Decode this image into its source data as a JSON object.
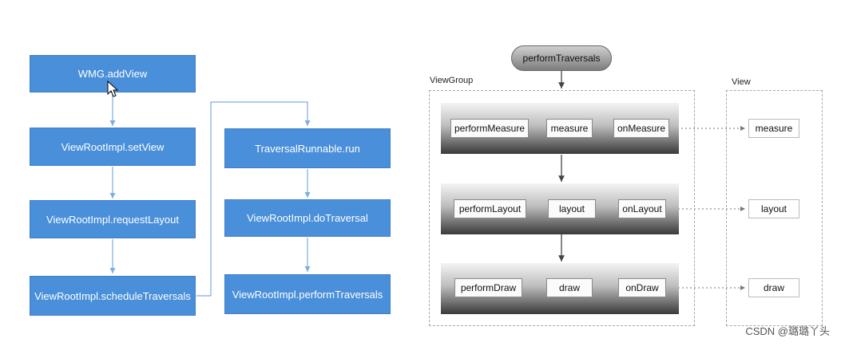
{
  "left_flow": {
    "col1": [
      "WMG.addView",
      "ViewRootImpl.setView",
      "ViewRootImpl.requestLayout",
      "ViewRootImpl.scheduleTraversals"
    ],
    "col2": [
      "TraversalRunnable.run",
      "ViewRootImpl.doTraversal",
      "ViewRootImpl.performTraversals"
    ]
  },
  "right_diagram": {
    "top": "performTraversals",
    "viewgroup_label": "ViewGroup",
    "view_label": "View",
    "rows": [
      {
        "perform": "performMeasure",
        "mid": "measure",
        "on": "onMeasure",
        "view": "measure"
      },
      {
        "perform": "performLayout",
        "mid": "layout",
        "on": "onLayout",
        "view": "layout"
      },
      {
        "perform": "performDraw",
        "mid": "draw",
        "on": "onDraw",
        "view": "draw"
      }
    ]
  },
  "watermark": "CSDN @璐璐丫头",
  "colors": {
    "box_blue": "#4a8fd9",
    "connector": "#7faee0"
  }
}
